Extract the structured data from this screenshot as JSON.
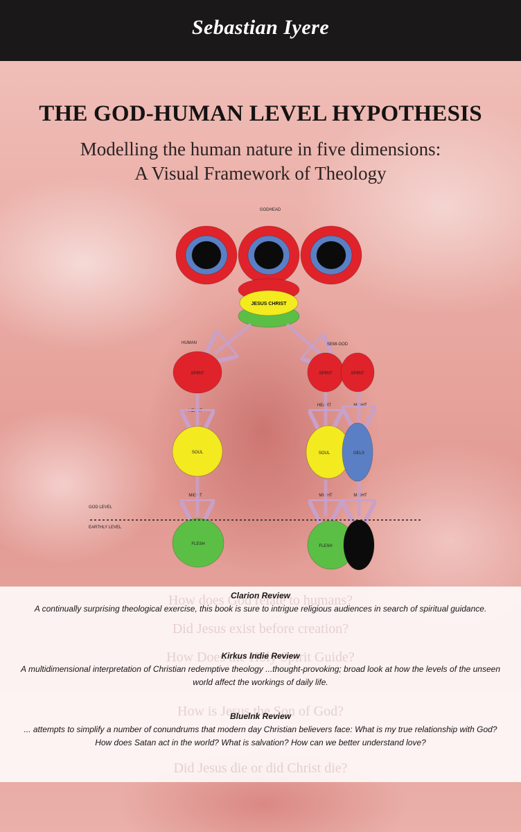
{
  "cover": {
    "author": "Sebastian Iyere",
    "title": "THE GOD-HUMAN LEVEL HYPOTHESIS",
    "subtitle_line1": "Modelling the human nature in five dimensions:",
    "subtitle_line2": "A Visual Framework of Theology"
  },
  "diagram": {
    "godhead_label": "GODHEAD",
    "jesus_label": "JESUS CHRIST",
    "human_label": "HUMAN",
    "demigod_label": "SEMI-GOD",
    "spirit_label": "SPIRIT",
    "heart_label": "HEART",
    "soul_label": "SOUL",
    "gels_label": "GELS",
    "might_label": "MIGHT",
    "flesh_label": "FLESH",
    "godlevel_label": "GOD LEVEL",
    "earthlevel_label": "EARTHLY LEVEL",
    "colors": {
      "red": "#e0232a",
      "blue": "#5b7fc4",
      "black": "#0b0b0b",
      "yellow": "#f3ea1f",
      "green": "#5cbf45",
      "arrow": "#c9a0c8"
    }
  },
  "ghost_questions": {
    "q1": "How does God relate to humans?",
    "q2": "Did Jesus exist before creation?",
    "q3": "How Does the Holy Spirit Guide?",
    "q4": "How is Jesus the Son of God?",
    "q5": "Did Jesus die or did Christ die?"
  },
  "reviews": [
    {
      "source": "Clarion Review",
      "text": "A continually surprising theological exercise, this book is sure to intrigue religious audiences in search of spiritual guidance."
    },
    {
      "source": "Kirkus Indie Review",
      "text": "A multidimensional interpretation of Christian redemptive theology ...thought-provoking; broad look at how the levels of the unseen world affect the workings of daily life."
    },
    {
      "source": "Bluelnk Review",
      "text": "... attempts to simplify a number of conundrums that modern day Christian believers face: What is my true relationship with God? How does Satan act in the world? What is salvation? How can we better understand love?"
    }
  ]
}
